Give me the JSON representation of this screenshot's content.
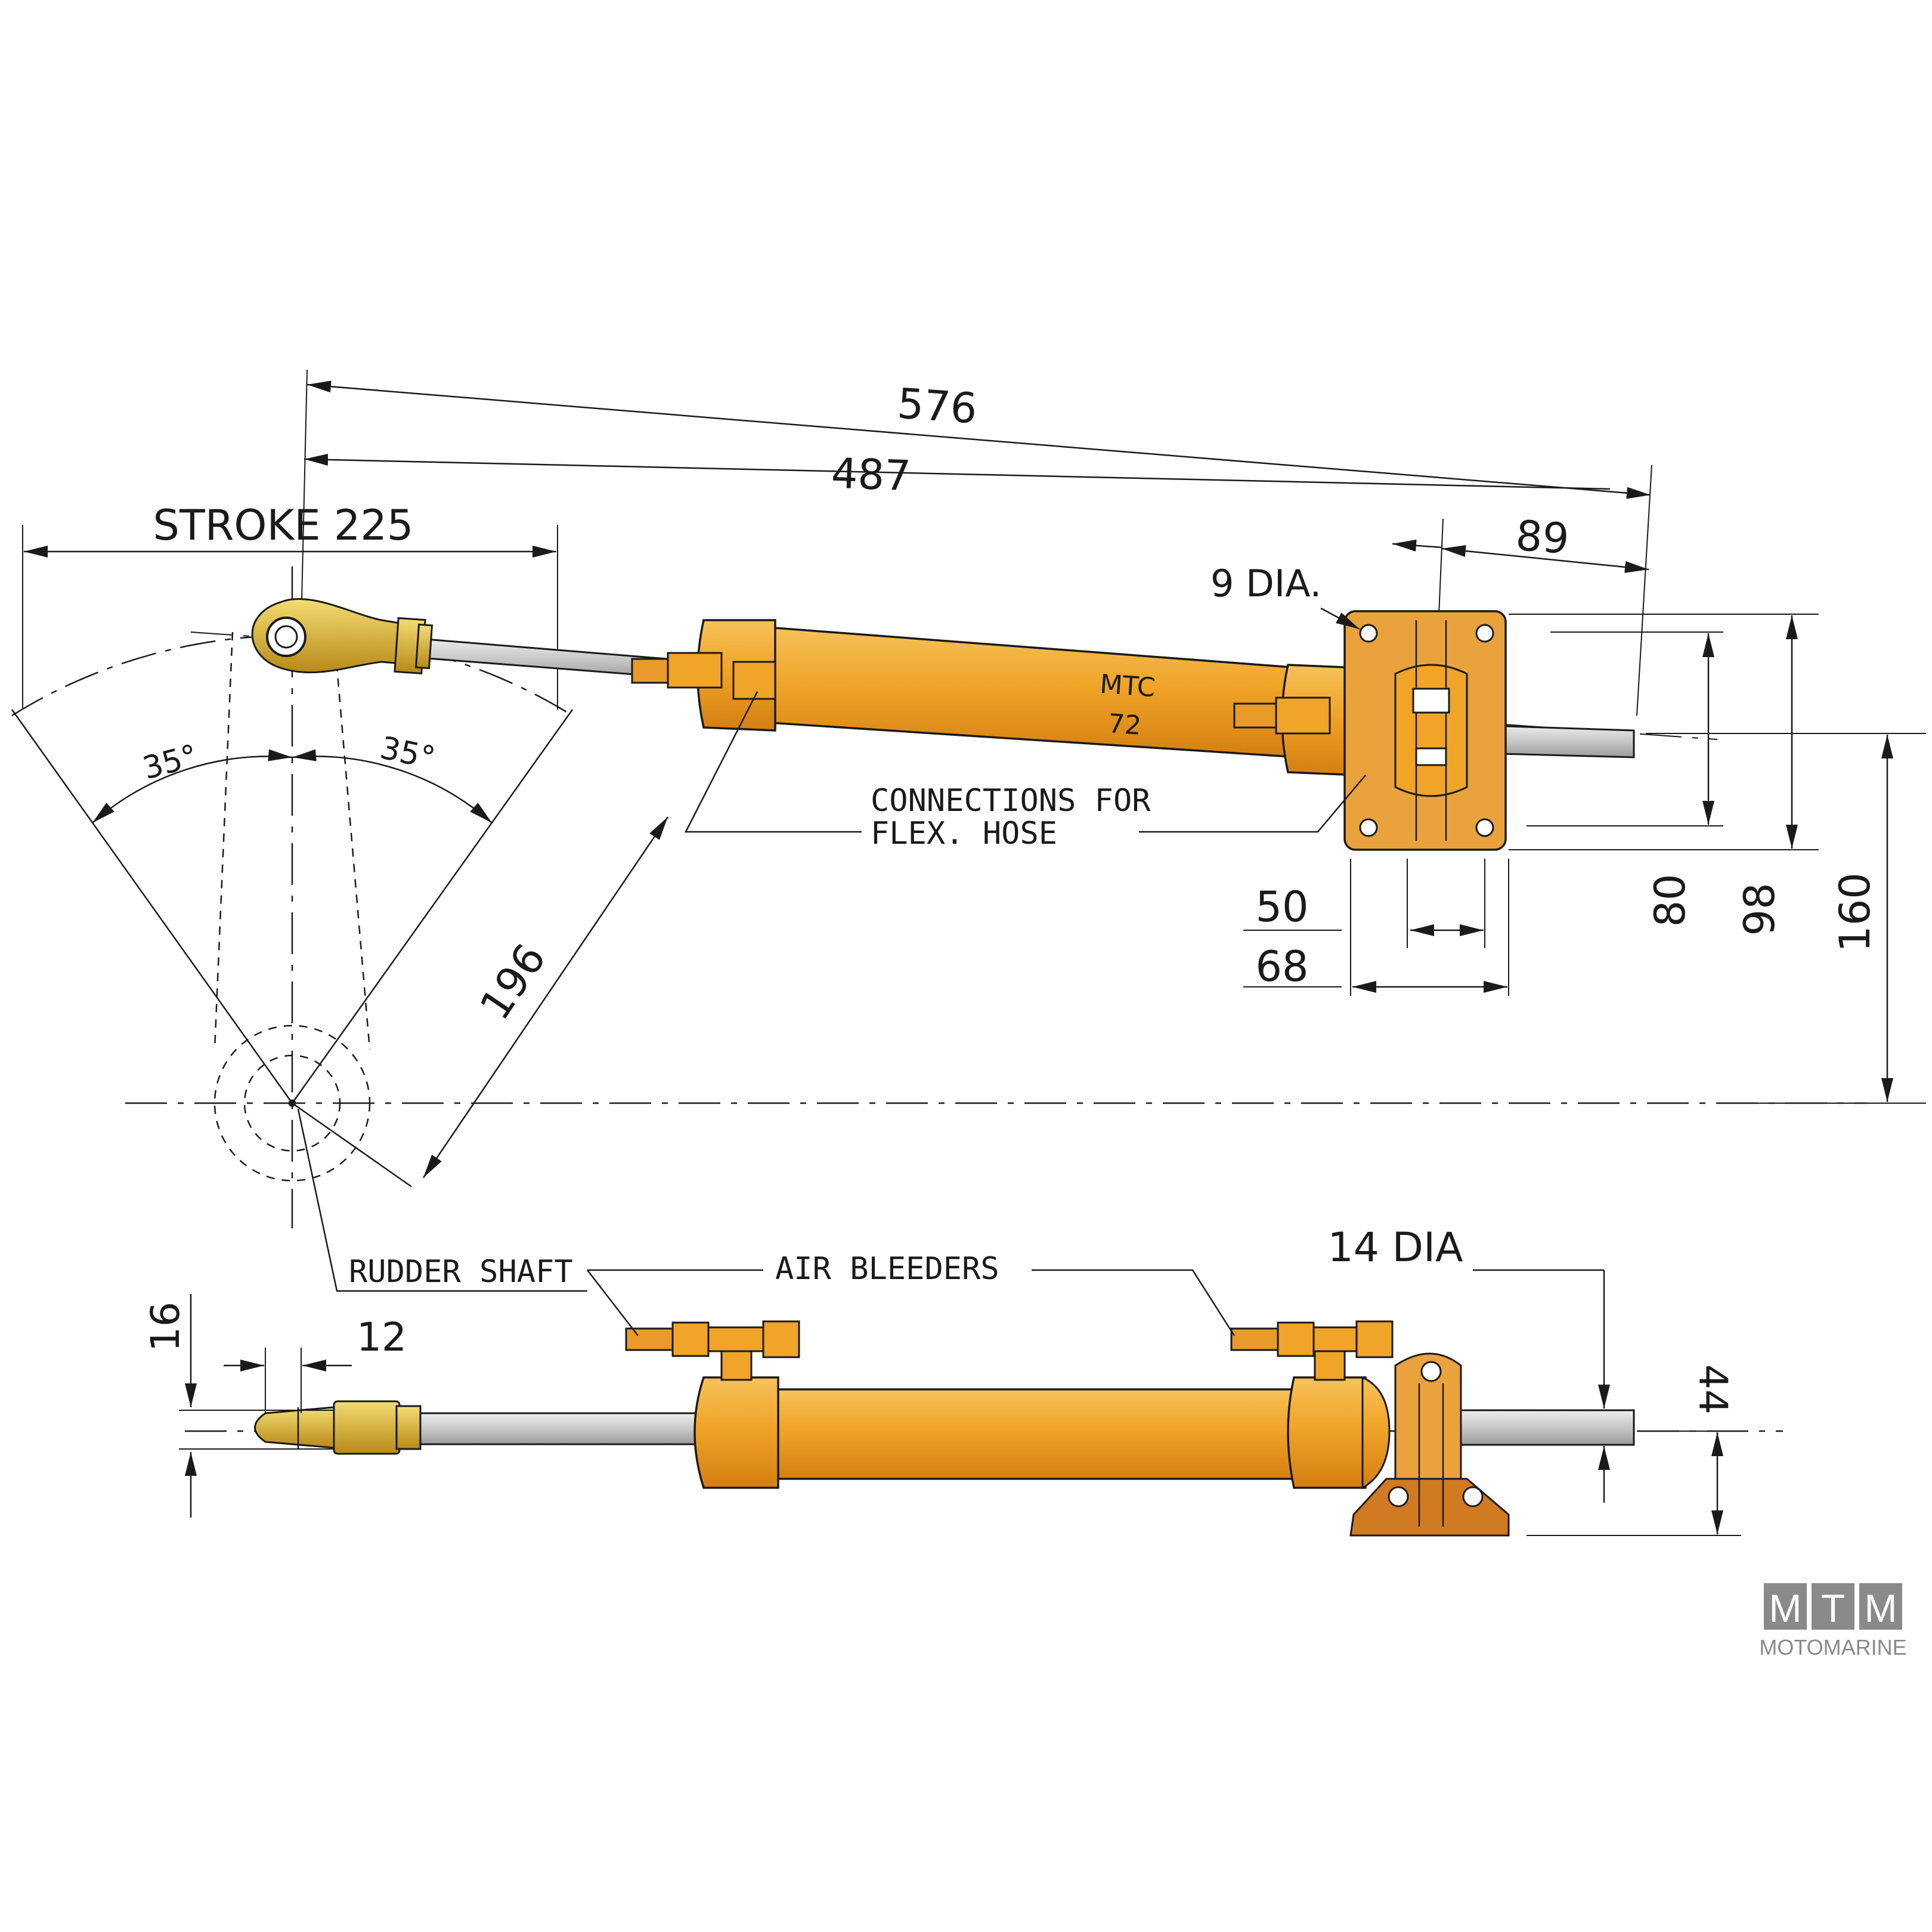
{
  "colors": {
    "body": "#f0a428",
    "body_light": "#f7c25a",
    "body_dark": "#d47f12",
    "bracket": "#d07a22",
    "rod": "#cfcfcf",
    "rod_eye": "#d8b030",
    "line": "#1a1a1a",
    "logo": "#8a8a8a"
  },
  "top_view": {
    "model_line1": "MTC",
    "model_line2": "72",
    "dims": {
      "overall": "576",
      "center_to_bracket": "487",
      "bracket_to_end": "89",
      "stroke": "STROKE 225",
      "hole_dia": "9 DIA.",
      "angle_left": "35°",
      "angle_right": "35°",
      "tiller_radius": "196",
      "bolt_spacing_a": "50",
      "bolt_spacing_b": "68",
      "height_80": "80",
      "height_98": "98",
      "height_160": "160"
    },
    "callouts": {
      "connections_line1": "CONNECTIONS FOR",
      "connections_line2": "FLEX. HOSE"
    }
  },
  "side_view": {
    "dims": {
      "eye_height": "16",
      "eye_width": "12",
      "rod_dia": "14  DIA",
      "center_height": "44"
    },
    "callouts": {
      "rudder_shaft": "RUDDER SHAFT",
      "air_bleeders": "AIR BLEEDERS"
    }
  },
  "logo": {
    "letters": [
      "M",
      "T",
      "M"
    ],
    "name": "MOTOMARINE"
  }
}
